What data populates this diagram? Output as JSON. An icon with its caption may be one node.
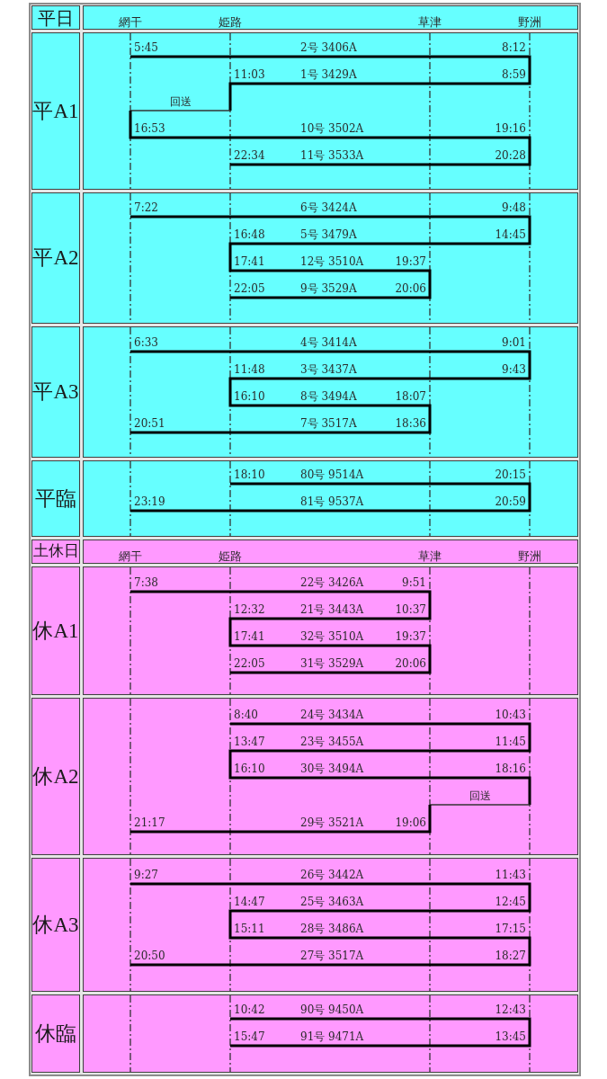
{
  "diagram": {
    "nodes": [
      {
        "text": [
          "平日"
        ]
      },
      {
        "text": [
          "網干",
          "姫路",
          "草津",
          "野洲"
        ]
      },
      {
        "text": [
          "平A1"
        ]
      },
      {
        "text": [
          "5:45",
          "2号 3406A",
          "8:12",
          "11:03",
          "1号 3429A",
          "8:59",
          "回送",
          "16:53",
          "10号 3502A",
          "19:16",
          "22:34",
          "11号 3533A",
          "20:28"
        ]
      },
      {
        "text": [
          "平A2"
        ]
      },
      {
        "text": [
          "7:22",
          "6号 3424A",
          "9:48",
          "16:48",
          "5号 3479A",
          "14:45",
          "17:41",
          "12号 3510A",
          "19:37",
          "22:05",
          "9号 3529A",
          "20:06"
        ]
      },
      {
        "text": [
          "平A3"
        ]
      },
      {
        "text": [
          "6:33",
          "4号 3414A",
          "9:01",
          "11:48",
          "3号 3437A",
          "9:43",
          "16:10",
          "8号 3494A",
          "18:07",
          "20:51",
          "7号 3517A",
          "18:36"
        ]
      },
      {
        "text": [
          "平臨"
        ]
      },
      {
        "text": [
          "18:10",
          "80号 9514A",
          "20:15",
          "23:19",
          "81号 9537A",
          "20:59"
        ]
      },
      {
        "text": [
          "土休日"
        ]
      },
      {
        "text": [
          "網干",
          "姫路",
          "草津",
          "野洲"
        ]
      },
      {
        "text": [
          "休A1"
        ]
      },
      {
        "text": [
          "7:38",
          "22号 3426A",
          "9:51",
          "12:32",
          "21号 3443A",
          "10:37",
          "17:41",
          "32号 3510A",
          "19:37",
          "22:05",
          "31号 3529A",
          "20:06"
        ]
      },
      {
        "text": [
          "休A2"
        ]
      },
      {
        "text": [
          "8:40",
          "24号 3434A",
          "10:43",
          "13:47",
          "23号 3455A",
          "11:45",
          "16:10",
          "30号 3494A",
          "18:16",
          "回送",
          "21:17",
          "29号 3521A",
          "19:06"
        ]
      },
      {
        "text": [
          "休A3"
        ]
      },
      {
        "text": [
          "9:27",
          "26号 3442A",
          "11:43",
          "14:47",
          "25号 3463A",
          "12:45",
          "15:11",
          "28号 3486A",
          "17:15",
          "20:50",
          "27号 3517A",
          "18:27"
        ]
      },
      {
        "text": [
          "休臨"
        ]
      },
      {
        "text": [
          "10:42",
          "90号 9450A",
          "12:43",
          "15:47",
          "91号 9471A",
          "13:45"
        ]
      }
    ]
  }
}
